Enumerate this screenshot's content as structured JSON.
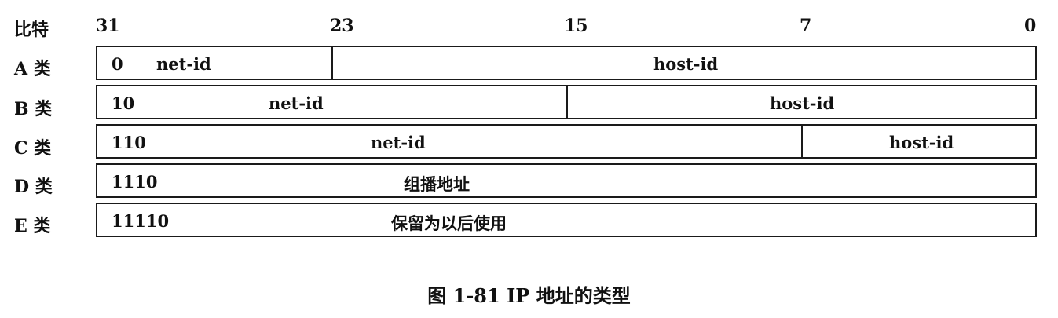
{
  "header": {
    "label": "比特",
    "bit_marks": [
      "31",
      "23",
      "15",
      "7",
      "0"
    ]
  },
  "rows": [
    {
      "label": "A 类",
      "prefix": "0",
      "net": "net-id",
      "host": "host-id"
    },
    {
      "label": "B 类",
      "prefix": "10",
      "net": "net-id",
      "host": "host-id"
    },
    {
      "label": "C 类",
      "prefix": "110",
      "net": "net-id",
      "host": "host-id"
    },
    {
      "label": "D 类",
      "prefix": "1110",
      "desc": "组播地址"
    },
    {
      "label": "E 类",
      "prefix": "11110",
      "desc": "保留为以后使用"
    }
  ],
  "caption": "图 1-81 IP 地址的类型"
}
